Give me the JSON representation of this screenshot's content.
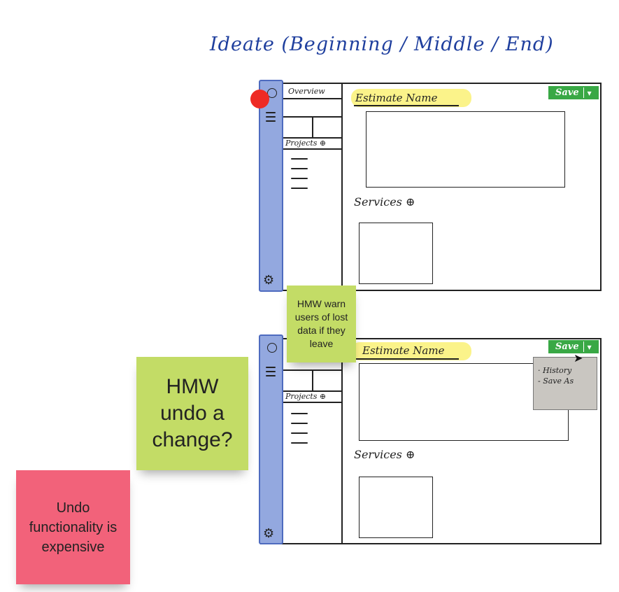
{
  "title": "Ideate (Beginning / Middle / End)",
  "wireframe_top": {
    "overview_label": "Overview",
    "projects_label": "Projects ⊕",
    "estimate_name": "Estimate Name",
    "services_label": "Services ⊕",
    "save_label": "Save",
    "caret": "▾"
  },
  "wireframe_bottom": {
    "projects_label": "Projects ⊕",
    "estimate_name": "Estimate Name",
    "services_label": "Services ⊕",
    "save_label": "Save",
    "caret": "▾",
    "dropdown_items": [
      "· History",
      "- Save As"
    ]
  },
  "stickies": {
    "warn": "HMW warn users of lost data if they leave",
    "undo": "HMW undo a change?",
    "expensive": "Undo functionality is expensive"
  },
  "colors": {
    "title_ink": "#1f3f9e",
    "rail": "#93a8df",
    "save_green": "#39a845",
    "sticky_green": "#c3dc66",
    "sticky_pink": "#f2627a",
    "dropdown_gray": "#c9c6c1",
    "highlight": "#fbf38a",
    "red_dot": "#ee2a24"
  }
}
